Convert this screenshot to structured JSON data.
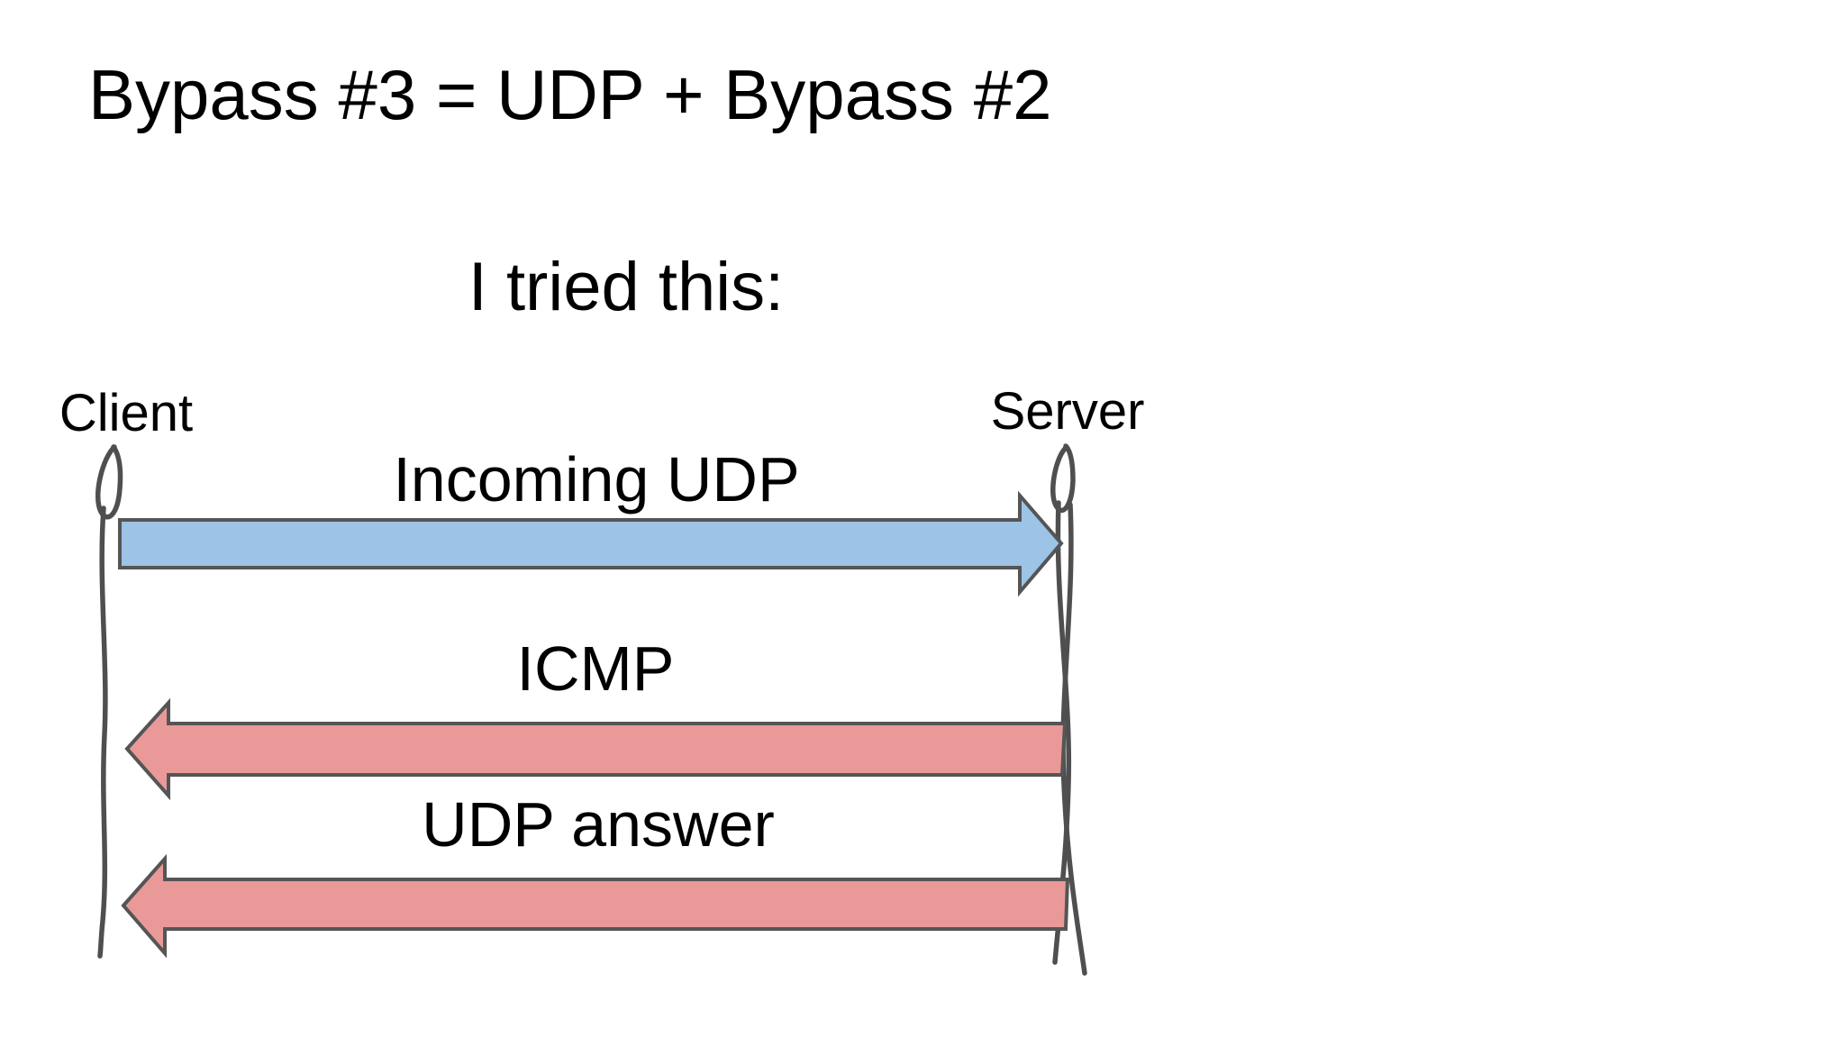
{
  "slide": {
    "title": "Bypass #3 = UDP + Bypass #2",
    "subtitle": "I tried this:"
  },
  "diagram": {
    "actors": [
      {
        "name": "Client"
      },
      {
        "name": "Server"
      }
    ],
    "messages": [
      {
        "label": "Incoming UDP",
        "from": "Client",
        "to": "Server",
        "direction": "right",
        "color": "#9DC3E6"
      },
      {
        "label": "ICMP",
        "from": "Server",
        "to": "Client",
        "direction": "left",
        "color": "#EA9999"
      },
      {
        "label": "UDP answer",
        "from": "Server",
        "to": "Client",
        "direction": "left",
        "color": "#EA9999"
      }
    ]
  },
  "colors": {
    "background": "#FFFFFF",
    "text": "#000000",
    "arrow_outline": "#555555",
    "lifeline_stroke": "#4F4F4F",
    "blue_arrow_fill": "#9DC3E6",
    "red_arrow_fill": "#EA9999"
  }
}
